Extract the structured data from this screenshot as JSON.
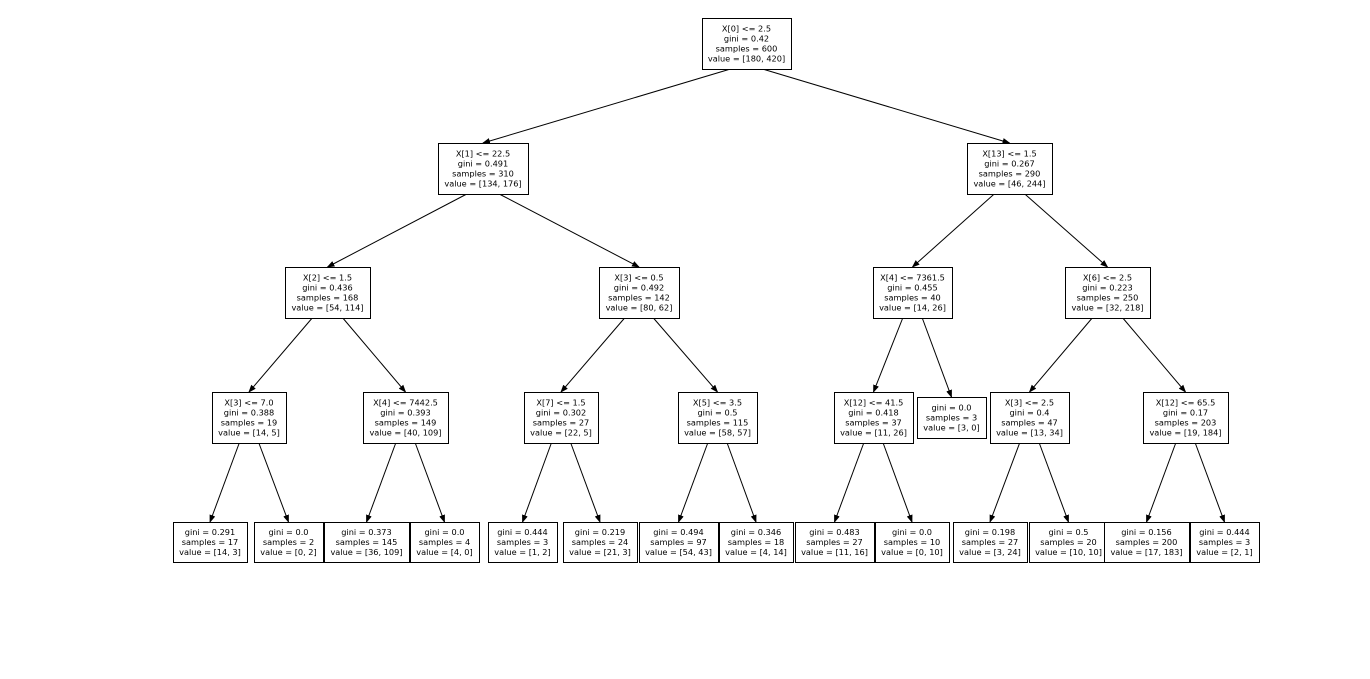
{
  "tree": {
    "nodes": [
      {
        "id": "n0",
        "split": "X[0] <= 2.5",
        "gini": "gini = 0.42",
        "samples": "samples = 600",
        "value": "value = [180, 420]"
      },
      {
        "id": "n1",
        "split": "X[1] <= 22.5",
        "gini": "gini = 0.491",
        "samples": "samples = 310",
        "value": "value = [134, 176]"
      },
      {
        "id": "n2",
        "split": "X[13] <= 1.5",
        "gini": "gini = 0.267",
        "samples": "samples = 290",
        "value": "value = [46, 244]"
      },
      {
        "id": "n3",
        "split": "X[2] <= 1.5",
        "gini": "gini = 0.436",
        "samples": "samples = 168",
        "value": "value = [54, 114]"
      },
      {
        "id": "n4",
        "split": "X[3] <= 0.5",
        "gini": "gini = 0.492",
        "samples": "samples = 142",
        "value": "value = [80, 62]"
      },
      {
        "id": "n5",
        "split": "X[4] <= 7361.5",
        "gini": "gini = 0.455",
        "samples": "samples = 40",
        "value": "value = [14, 26]"
      },
      {
        "id": "n6",
        "split": "X[6] <= 2.5",
        "gini": "gini = 0.223",
        "samples": "samples = 250",
        "value": "value = [32, 218]"
      },
      {
        "id": "n7",
        "split": "X[3] <= 7.0",
        "gini": "gini = 0.388",
        "samples": "samples = 19",
        "value": "value = [14, 5]"
      },
      {
        "id": "n8",
        "split": "X[4] <= 7442.5",
        "gini": "gini = 0.393",
        "samples": "samples = 149",
        "value": "value = [40, 109]"
      },
      {
        "id": "n9",
        "split": "X[7] <= 1.5",
        "gini": "gini = 0.302",
        "samples": "samples = 27",
        "value": "value = [22, 5]"
      },
      {
        "id": "n10",
        "split": "X[5] <= 3.5",
        "gini": "gini = 0.5",
        "samples": "samples = 115",
        "value": "value = [58, 57]"
      },
      {
        "id": "n11",
        "split": "X[12] <= 41.5",
        "gini": "gini = 0.418",
        "samples": "samples = 37",
        "value": "value = [11, 26]"
      },
      {
        "id": "n12",
        "split": "",
        "gini": "gini = 0.0",
        "samples": "samples = 3",
        "value": "value = [3, 0]"
      },
      {
        "id": "n13",
        "split": "X[3] <= 2.5",
        "gini": "gini = 0.4",
        "samples": "samples = 47",
        "value": "value = [13, 34]"
      },
      {
        "id": "n14",
        "split": "X[12] <= 65.5",
        "gini": "gini = 0.17",
        "samples": "samples = 203",
        "value": "value = [19, 184]"
      },
      {
        "id": "n15",
        "split": "",
        "gini": "gini = 0.291",
        "samples": "samples = 17",
        "value": "value = [14, 3]"
      },
      {
        "id": "n16",
        "split": "",
        "gini": "gini = 0.0",
        "samples": "samples = 2",
        "value": "value = [0, 2]"
      },
      {
        "id": "n17",
        "split": "",
        "gini": "gini = 0.373",
        "samples": "samples = 145",
        "value": "value = [36, 109]"
      },
      {
        "id": "n18",
        "split": "",
        "gini": "gini = 0.0",
        "samples": "samples = 4",
        "value": "value = [4, 0]"
      },
      {
        "id": "n19",
        "split": "",
        "gini": "gini = 0.444",
        "samples": "samples = 3",
        "value": "value = [1, 2]"
      },
      {
        "id": "n20",
        "split": "",
        "gini": "gini = 0.219",
        "samples": "samples = 24",
        "value": "value = [21, 3]"
      },
      {
        "id": "n21",
        "split": "",
        "gini": "gini = 0.494",
        "samples": "samples = 97",
        "value": "value = [54, 43]"
      },
      {
        "id": "n22",
        "split": "",
        "gini": "gini = 0.346",
        "samples": "samples = 18",
        "value": "value = [4, 14]"
      },
      {
        "id": "n23",
        "split": "",
        "gini": "gini = 0.483",
        "samples": "samples = 27",
        "value": "value = [11, 16]"
      },
      {
        "id": "n24",
        "split": "",
        "gini": "gini = 0.0",
        "samples": "samples = 10",
        "value": "value = [0, 10]"
      },
      {
        "id": "n25",
        "split": "",
        "gini": "gini = 0.198",
        "samples": "samples = 27",
        "value": "value = [3, 24]"
      },
      {
        "id": "n26",
        "split": "",
        "gini": "gini = 0.5",
        "samples": "samples = 20",
        "value": "value = [10, 10]"
      },
      {
        "id": "n27",
        "split": "",
        "gini": "gini = 0.156",
        "samples": "samples = 200",
        "value": "value = [17, 183]"
      },
      {
        "id": "n28",
        "split": "",
        "gini": "gini = 0.444",
        "samples": "samples = 3",
        "value": "value = [2, 1]"
      }
    ],
    "edges": [
      [
        "n0",
        "n1"
      ],
      [
        "n0",
        "n2"
      ],
      [
        "n1",
        "n3"
      ],
      [
        "n1",
        "n4"
      ],
      [
        "n2",
        "n5"
      ],
      [
        "n2",
        "n6"
      ],
      [
        "n3",
        "n7"
      ],
      [
        "n3",
        "n8"
      ],
      [
        "n4",
        "n9"
      ],
      [
        "n4",
        "n10"
      ],
      [
        "n5",
        "n11"
      ],
      [
        "n5",
        "n12"
      ],
      [
        "n6",
        "n13"
      ],
      [
        "n6",
        "n14"
      ],
      [
        "n7",
        "n15"
      ],
      [
        "n7",
        "n16"
      ],
      [
        "n8",
        "n17"
      ],
      [
        "n8",
        "n18"
      ],
      [
        "n9",
        "n19"
      ],
      [
        "n9",
        "n20"
      ],
      [
        "n10",
        "n21"
      ],
      [
        "n10",
        "n22"
      ],
      [
        "n11",
        "n23"
      ],
      [
        "n11",
        "n24"
      ],
      [
        "n13",
        "n25"
      ],
      [
        "n13",
        "n26"
      ],
      [
        "n14",
        "n27"
      ],
      [
        "n14",
        "n28"
      ]
    ]
  }
}
